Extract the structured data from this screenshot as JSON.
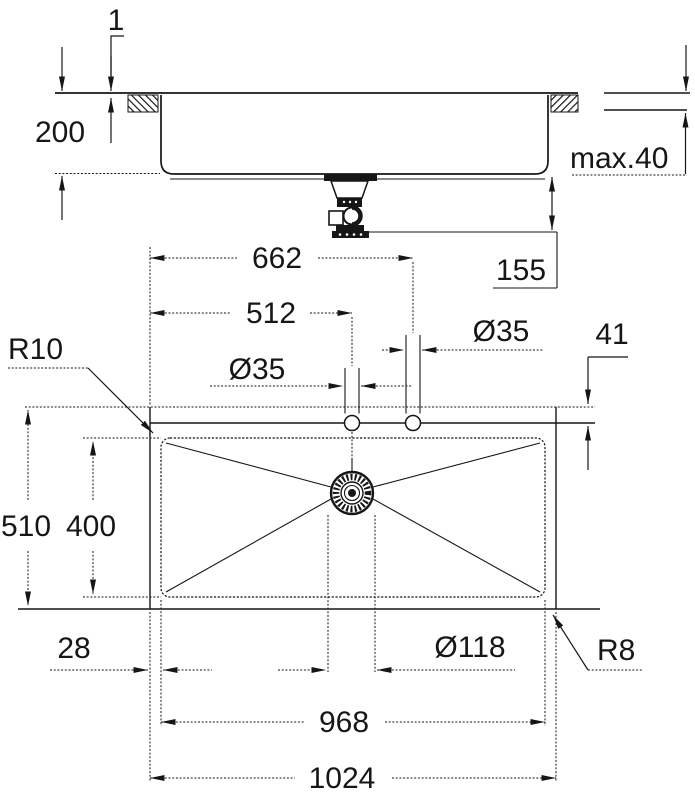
{
  "drawing": {
    "type": "sink installation dimension drawing",
    "colors": {
      "line": "#161616",
      "background": "#ffffff"
    },
    "side_view": {
      "rim_gap": "1",
      "bowl_depth": "200",
      "max_counter_thickness": "max.40",
      "trap_height": "155"
    },
    "top_view": {
      "faucet_hole2_center": "662",
      "faucet_hole1_center": "512",
      "faucet_hole1_diameter": "Ø35",
      "faucet_hole2_diameter": "Ø35",
      "rear_ledge": "41",
      "basin_corner_radius": "R10",
      "overall_depth": "510",
      "basin_depth": "400",
      "drain_diameter": "Ø118",
      "side_ledge": "28",
      "basin_width": "968",
      "overall_width": "1024",
      "outer_corner_radius": "R8"
    }
  }
}
